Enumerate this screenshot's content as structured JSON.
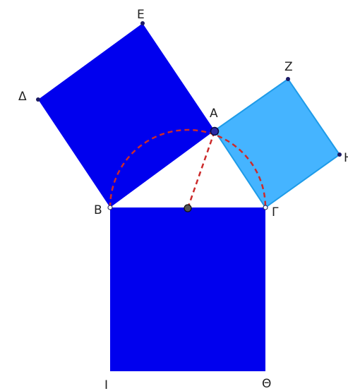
{
  "colors": {
    "background": "#ffffff",
    "square_dark": "#0000ee",
    "square_light": "#45b4ff",
    "light_stroke": "#1e9be8",
    "arc": "#cc2b2b",
    "vertex": "#1a1a66",
    "midpoint": "#555555",
    "label": "#222222"
  },
  "labels": {
    "A": "A",
    "B": "B",
    "G": "Γ",
    "D": "Δ",
    "E": "E",
    "Z": "Z",
    "H": "Η",
    "Th": "Θ",
    "I": "Ι"
  }
}
